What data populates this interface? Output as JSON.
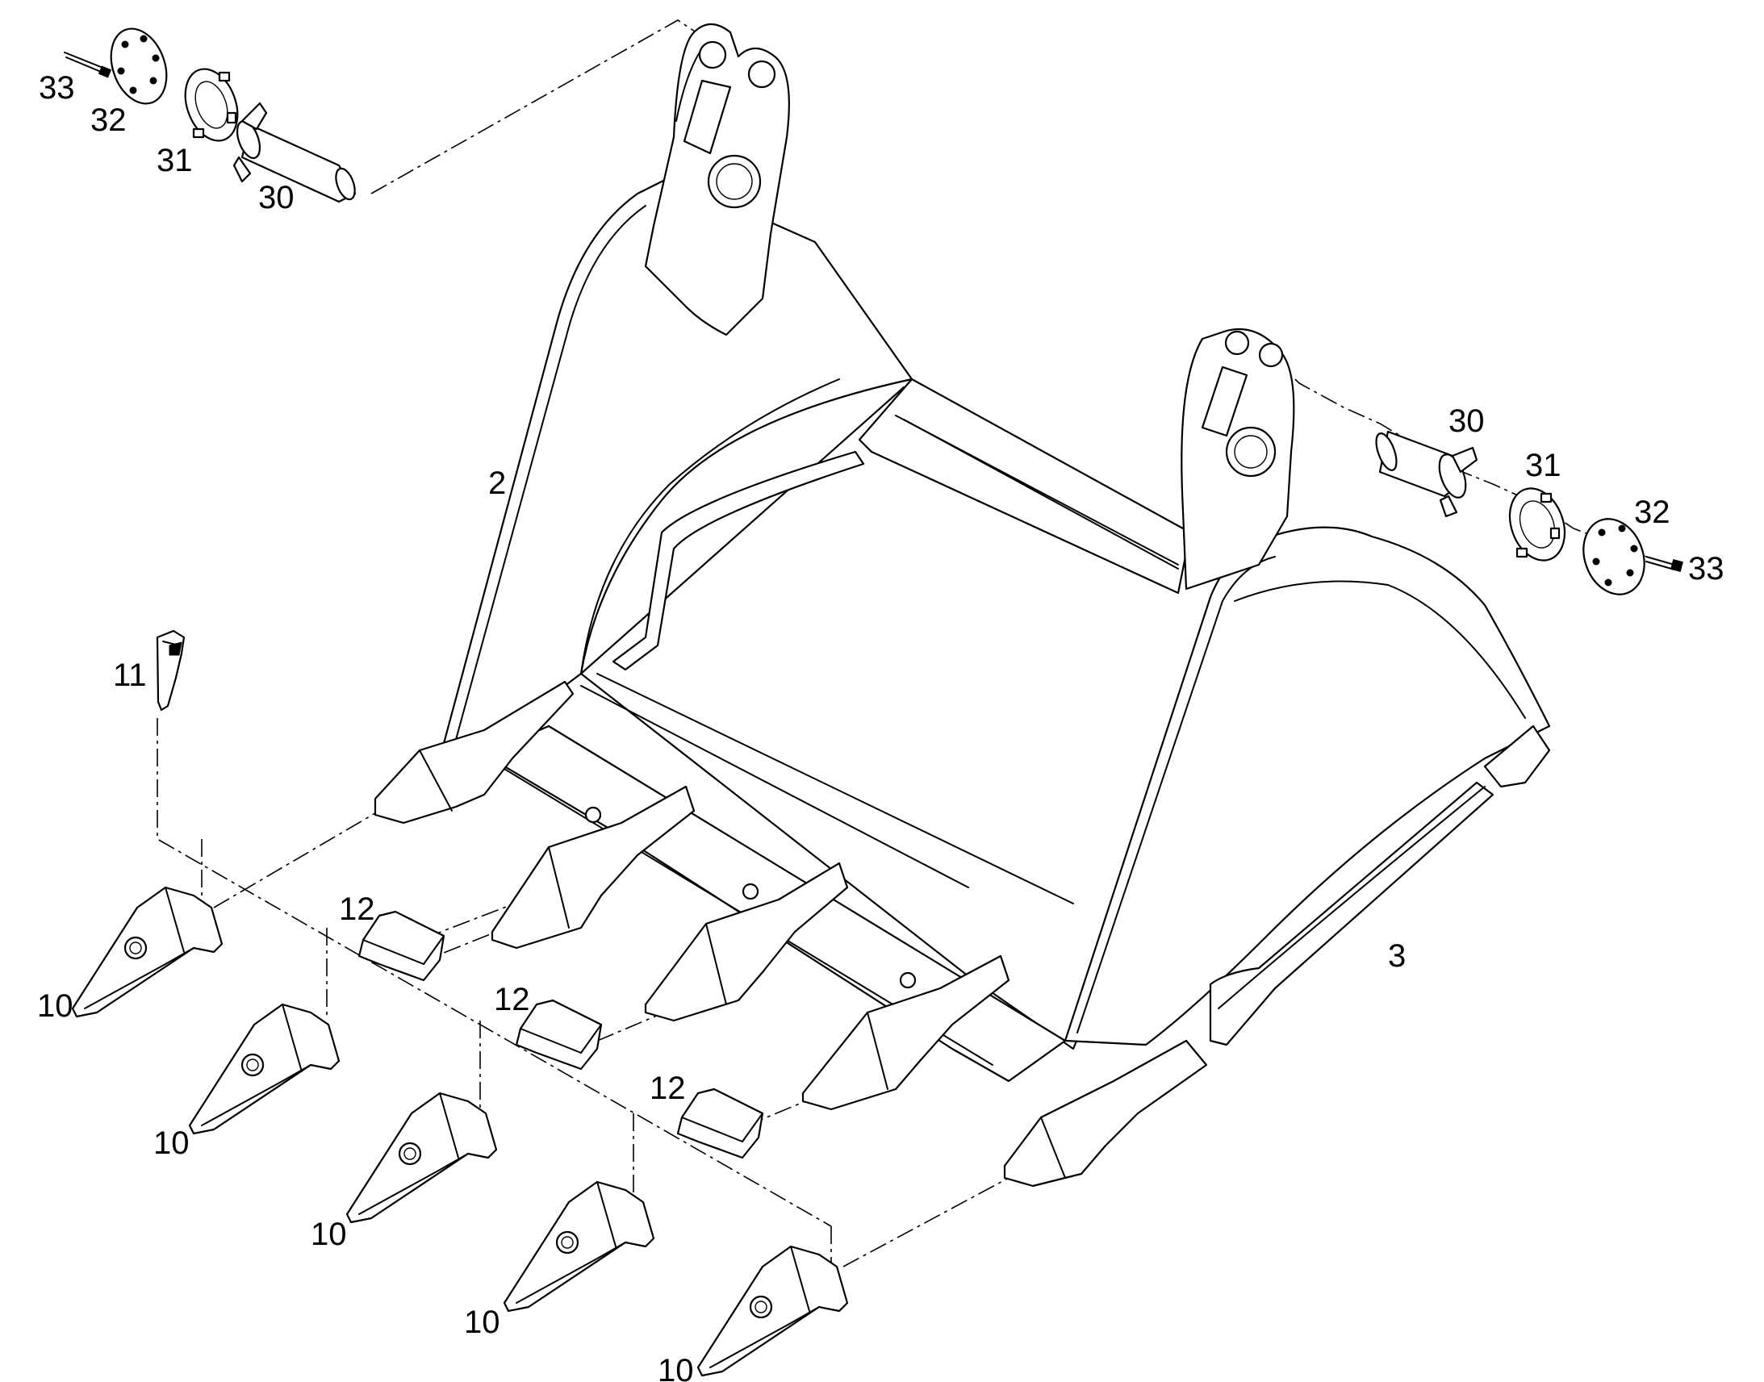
{
  "diagram": {
    "callouts": {
      "bucket_side_left": "2",
      "bucket_side_right": "3",
      "pin_left": "30",
      "spacer_left": "31",
      "cover_plate_left": "32",
      "bolt_left": "33",
      "pin_right": "30",
      "spacer_right": "31",
      "cover_plate_right": "32",
      "bolt_right": "33",
      "retainer_pin": "11",
      "tooth_1": "10",
      "tooth_2": "10",
      "tooth_3": "10",
      "tooth_4": "10",
      "tooth_5": "10",
      "wear_plate_1": "12",
      "wear_plate_2": "12",
      "wear_plate_3": "12"
    }
  }
}
